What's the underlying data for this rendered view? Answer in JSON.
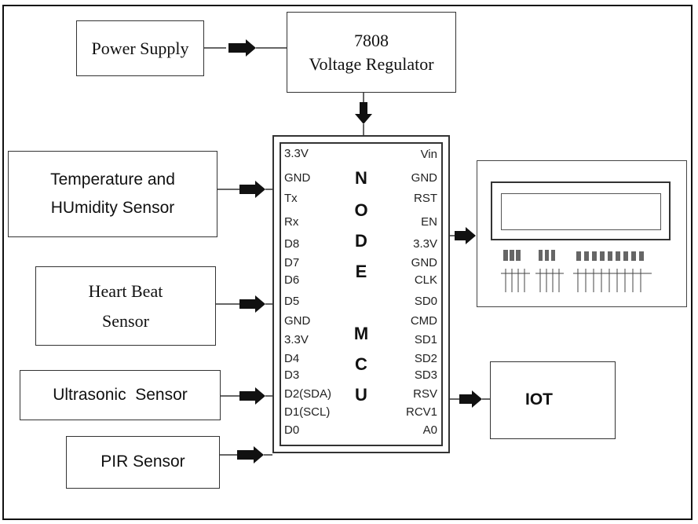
{
  "blocks": {
    "power_supply": "Power Supply",
    "regulator_line1": "7808",
    "regulator_line2": "Voltage Regulator",
    "temp_line1": "Temperature and",
    "temp_line2": "HUmidity Sensor",
    "heart_line1": "Heart Beat",
    "heart_line2": "Sensor",
    "ultrasonic": "Ultrasonic  Sensor",
    "pir": "PIR Sensor",
    "iot": "IOT"
  },
  "nodemcu": {
    "letters": [
      "N",
      "O",
      "D",
      "E",
      "M",
      "C",
      "U"
    ],
    "left_pins": [
      "3.3V",
      "GND",
      "Tx",
      "Rx",
      "D8",
      "D7",
      "D6",
      "D5",
      "GND",
      "3.3V",
      "D4",
      "D3",
      "D2(SDA)",
      "D1(SCL)",
      "D0"
    ],
    "right_pins": [
      "Vin",
      "GND",
      "RST",
      "EN",
      "3.3V",
      "GND",
      "CLK",
      "SD0",
      "CMD",
      "SD1",
      "SD2",
      "SD3",
      "RSV",
      "RCV1",
      "A0"
    ]
  }
}
